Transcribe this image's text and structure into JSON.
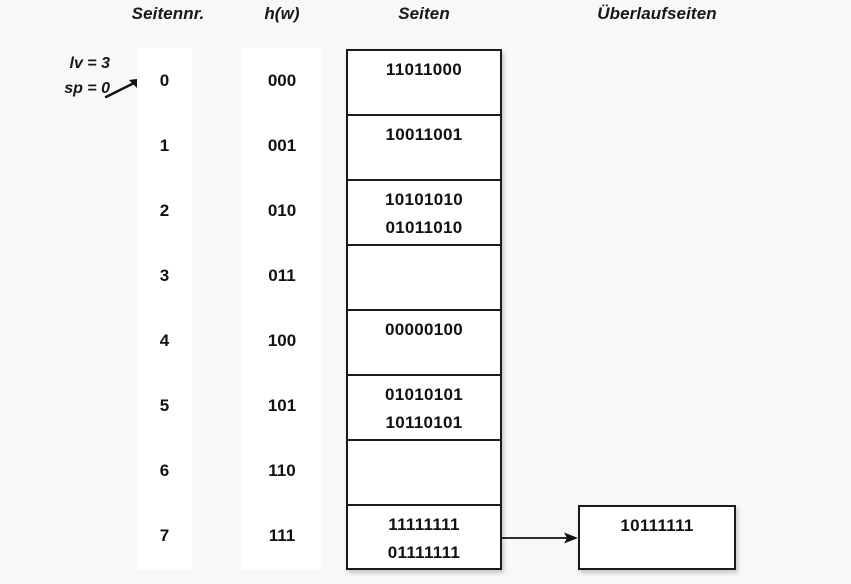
{
  "headers": {
    "seitennr": "Seitennr.",
    "hw": "h(w)",
    "seiten": "Seiten",
    "ueberlaufseiten": "Überlaufseiten"
  },
  "annotations": {
    "lv": "lv = 3",
    "sp": "sp = 0",
    "arrow_icon": "arrow-pointer-icon"
  },
  "colors": {
    "background": "#f8f8f8",
    "band": "#ffffff",
    "stroke": "#1b1b1b",
    "text": "#111111"
  },
  "rows": [
    {
      "index": "0",
      "hash": "000",
      "records": [
        "11011000"
      ]
    },
    {
      "index": "1",
      "hash": "001",
      "records": [
        "10011001"
      ]
    },
    {
      "index": "2",
      "hash": "010",
      "records": [
        "10101010",
        "01011010"
      ]
    },
    {
      "index": "3",
      "hash": "011",
      "records": []
    },
    {
      "index": "4",
      "hash": "100",
      "records": [
        "00000100"
      ]
    },
    {
      "index": "5",
      "hash": "101",
      "records": [
        "01010101",
        "10110101"
      ]
    },
    {
      "index": "6",
      "hash": "110",
      "records": []
    },
    {
      "index": "7",
      "hash": "111",
      "records": [
        "11111111",
        "01111111"
      ]
    }
  ],
  "overflow": {
    "from_row": "7",
    "records": [
      "10111111"
    ],
    "arrow_icon": "arrow-right-icon"
  }
}
